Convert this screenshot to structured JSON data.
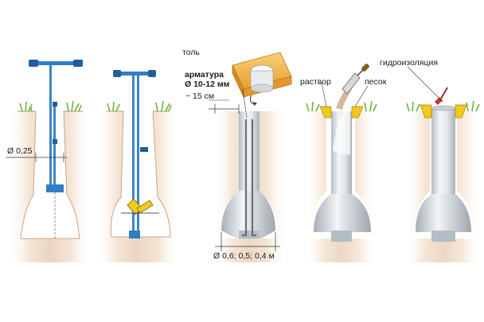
{
  "colors": {
    "soil_light": "#f6e9dc",
    "soil_dark": "#d8b49b",
    "grass": "#7cc242",
    "concrete_light": "#eef1f3",
    "concrete_dark": "#b9c0c6",
    "auger_blue": "#2f7fc4",
    "mortar_yellow": "#f2c81c",
    "roofing_box": "#f1b94c",
    "rebar": "#6d6d6d",
    "dimension_line": "#333333"
  },
  "labels": {
    "diameter_top": "Ø 0,25",
    "roofing": "толь",
    "rebar": "арматура",
    "rebar_diameter": "Ø 10-12 мм",
    "offset": "~ 15 см",
    "diameter_bottom": "Ø 0,6; 0,5; 0,4 м",
    "mortar": "раствор",
    "sand": "песок",
    "waterproofing": "гидроизоляция"
  },
  "icons": [
    "auger-icon",
    "grass-icon",
    "soil-icon",
    "roofing-form-icon",
    "trowel-icon",
    "brush-icon",
    "rebar-icon"
  ]
}
